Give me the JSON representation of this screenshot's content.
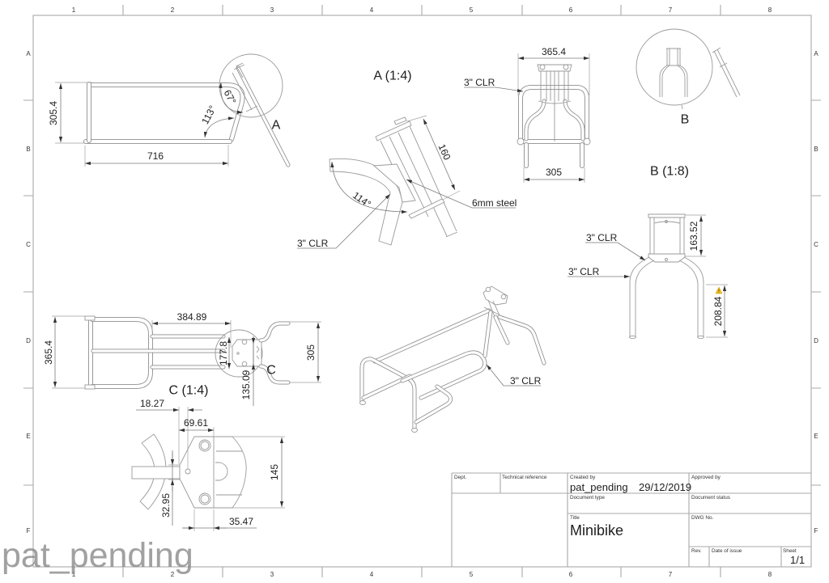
{
  "sheet": {
    "columns": [
      "1",
      "2",
      "3",
      "4",
      "5",
      "6",
      "7",
      "8"
    ],
    "rows": [
      "A",
      "B",
      "C",
      "D",
      "E",
      "F"
    ]
  },
  "side_view": {
    "dim_height": "305.4",
    "dim_length": "716",
    "angle_lower": "113°",
    "angle_upper": "67°",
    "detail_callout": "A"
  },
  "detail_a": {
    "title": "A (1:4)",
    "dim_length": "160",
    "angle": "114°",
    "note_plate": "6mm steel",
    "note_bend": "3\" CLR"
  },
  "front_view": {
    "dim_width": "365.4",
    "dim_leg_span": "305",
    "note_bend": "3\" CLR"
  },
  "detail_b_callout_view": {
    "callout": "B"
  },
  "detail_b": {
    "title": "B (1:8)",
    "dim_upper": "163.52",
    "dim_lower": "208.84",
    "note_bend_upper": "3\" CLR",
    "note_bend_lower": "3\" CLR",
    "warning_icon": "warning-icon"
  },
  "top_view": {
    "dim_width": "365.4",
    "dim_length": "384.89",
    "dim_head": "177.8",
    "dim_bar": "305",
    "dim_offset": "135.09",
    "detail_callout": "C"
  },
  "detail_c": {
    "title": "C (1:4)",
    "dim_a": "18.27",
    "dim_b": "69.61",
    "dim_height": "145",
    "dim_tube": "32.95",
    "dim_c": "35.47"
  },
  "iso_view": {
    "note_bend": "3\" CLR"
  },
  "title_block": {
    "dept_label": "Dept.",
    "tech_ref_label": "Technical reference",
    "created_by_label": "Created by",
    "created_by": "pat_pending",
    "date": "29/12/2019",
    "approved_by_label": "Approved by",
    "doc_type_label": "Document type",
    "doc_status_label": "Document status",
    "title_label": "Title",
    "title": "Minibike",
    "dwg_no_label": "DWG No.",
    "rev_label": "Rev.",
    "date_of_issue_label": "Date of issue",
    "sheet_label": "Sheet",
    "sheet": "1/1"
  },
  "watermark": "pat_pending",
  "colors": {
    "background": "#ffffff",
    "line": "#9a9a9a",
    "text": "#1e1e1e",
    "watermark": "#8a8a8a",
    "warning": "#f0c020"
  }
}
